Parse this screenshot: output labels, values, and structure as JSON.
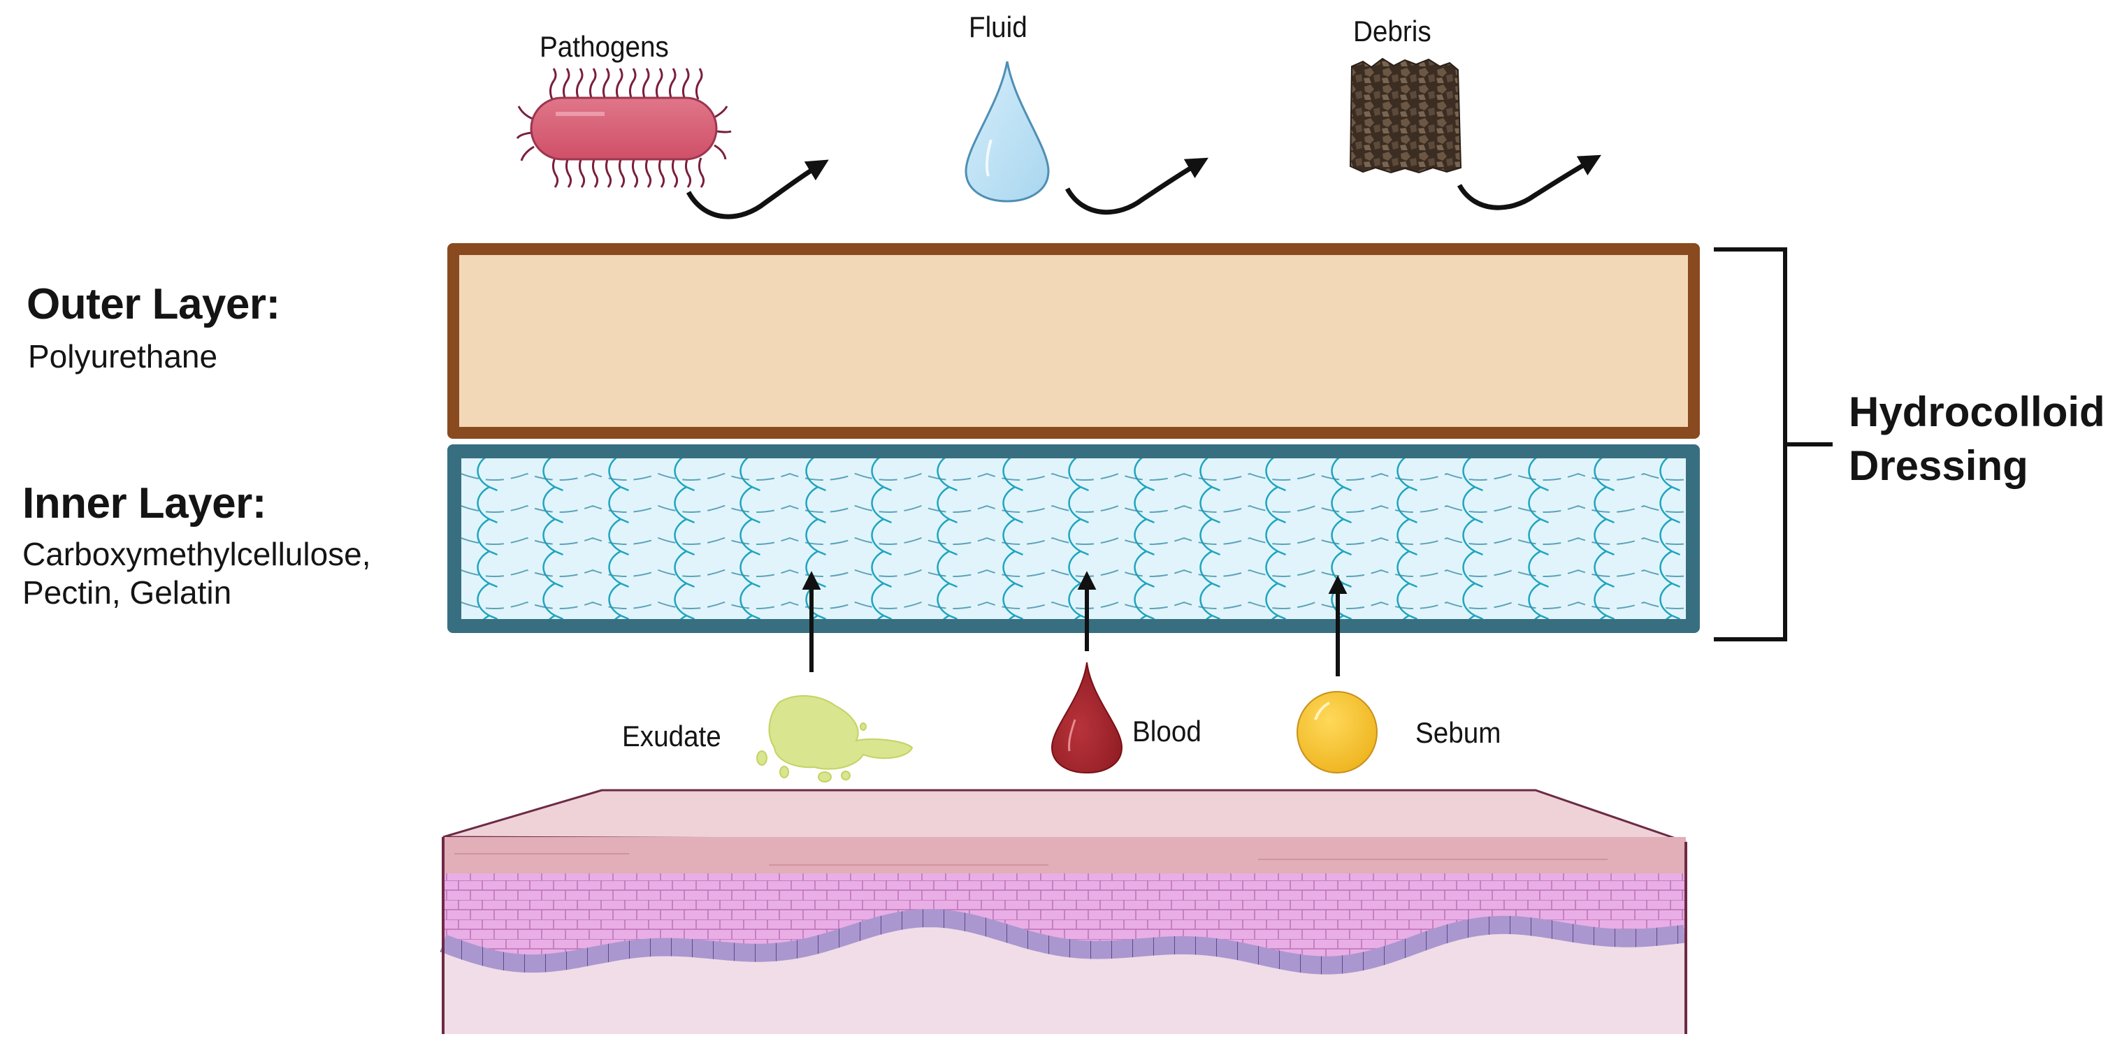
{
  "diagram": {
    "title": "Hydrocolloid Dressing",
    "title_lines": [
      "Hydrocolloid",
      "Dressing"
    ],
    "layers": {
      "outer": {
        "heading": "Outer Layer:",
        "material": "Polyurethane",
        "border_color": "#8a4a1f",
        "fill_color": "#f2d8b6"
      },
      "inner": {
        "heading": "Inner Layer:",
        "material_lines": [
          "Carboxymethylcellulose,",
          "Pectin, Gelatin"
        ],
        "border_color": "#376f80",
        "fill_color": "#e1f4fb",
        "mesh_color": "#1ea5bf"
      }
    },
    "blocked_outside": [
      {
        "label": "Pathogens",
        "icon": "bacterium-icon",
        "color": "#d95b72"
      },
      {
        "label": "Fluid",
        "icon": "water-drop-icon",
        "color": "#b9dff3"
      },
      {
        "label": "Debris",
        "icon": "debris-icon",
        "color": "#4a3a2c"
      }
    ],
    "absorbed_from_wound": [
      {
        "label": "Exudate",
        "icon": "exudate-icon",
        "color": "#d8e48a"
      },
      {
        "label": "Blood",
        "icon": "blood-drop-icon",
        "color": "#a8262e"
      },
      {
        "label": "Sebum",
        "icon": "sebum-droplet-icon",
        "color": "#f3c433"
      }
    ],
    "skin": {
      "label": "skin-cross-section",
      "colors": {
        "surface": "#efd3d8",
        "stratum_corneum": "#e3aeb8",
        "epidermis": "#e6a6e0",
        "basal": "#a996cc",
        "dermis": "#f0dde7",
        "outline": "#6d2a45"
      }
    }
  }
}
